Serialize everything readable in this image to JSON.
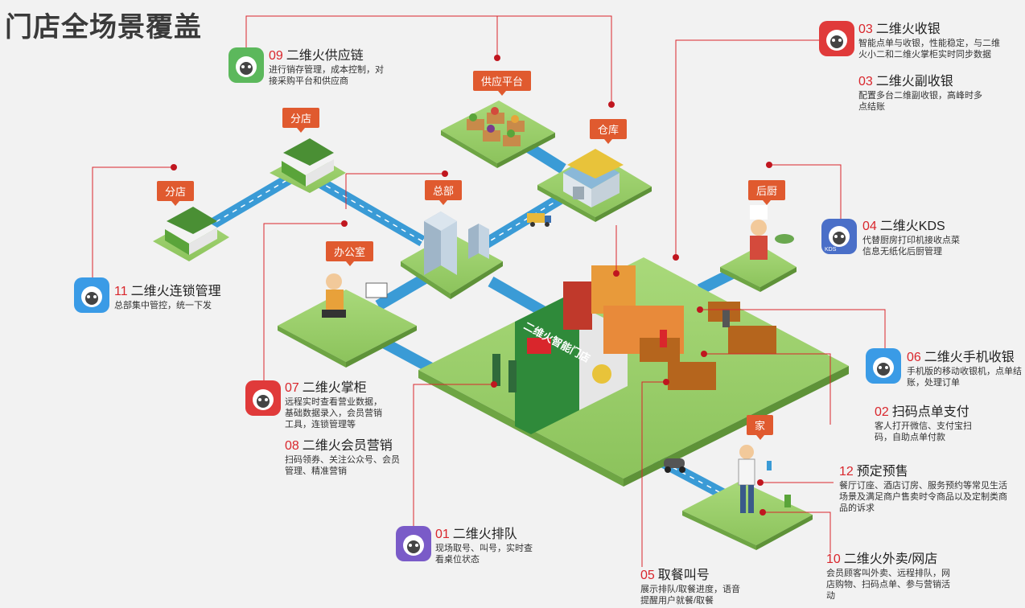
{
  "title": "门店全场景覆盖",
  "colors": {
    "accent": "#d9262c",
    "tag": "#e05a2f",
    "grass": "#9ccf6b",
    "road": "#3a9bd6"
  },
  "tags": {
    "supply": "供应平台",
    "warehouse": "仓库",
    "branch1": "分店",
    "branch2": "分店",
    "hq": "总部",
    "office": "办公室",
    "kitchen": "后厨",
    "home": "家"
  },
  "features": [
    {
      "id": "f09",
      "num": "09",
      "name": "二维火供应链",
      "desc": "进行销存管理，成本控制，对接采购平台和供应商",
      "icon": "green-app-icon"
    },
    {
      "id": "f03a",
      "num": "03",
      "name": "二维火收银",
      "desc": "智能点单与收银，性能稳定，与二维火小二和二维火掌柜实时同步数据",
      "icon": "red-app-icon"
    },
    {
      "id": "f03b",
      "num": "03",
      "name": "二维火副收银",
      "desc": "配置多台二维副收银，高峰时多点结账",
      "icon": ""
    },
    {
      "id": "f04",
      "num": "04",
      "name": "二维火KDS",
      "desc": "代替厨房打印机接收点菜信息无纸化后厨管理",
      "icon": "kds-app-icon"
    },
    {
      "id": "f11",
      "num": "11",
      "name": "二维火连锁管理",
      "desc": "总部集中管控，统一下发",
      "icon": "blue-app-icon"
    },
    {
      "id": "f06",
      "num": "06",
      "name": "二维火手机收银",
      "desc": "手机版的移动收银机，点单结账，处理订单",
      "icon": "blue-app-icon"
    },
    {
      "id": "f07",
      "num": "07",
      "name": "二维火掌柜",
      "desc": "远程实时查看营业数据，基础数据录入，会员营销工具，连锁管理等",
      "icon": "red-app-icon"
    },
    {
      "id": "f08",
      "num": "08",
      "name": "二维火会员营销",
      "desc": "扫码领券、关注公众号、会员管理、精准营销",
      "icon": ""
    },
    {
      "id": "f02",
      "num": "02",
      "name": "扫码点单支付",
      "desc": "客人打开微信、支付宝扫码，自助点单付款",
      "icon": ""
    },
    {
      "id": "f12",
      "num": "12",
      "name": "预定预售",
      "desc": "餐厅订座、酒店订房、服务预约等常见生活场景及满足商户售卖时令商品以及定制类商品的诉求",
      "icon": ""
    },
    {
      "id": "f01",
      "num": "01",
      "name": "二维火排队",
      "desc": "现场取号、叫号，实时查看桌位状态",
      "icon": "purple-app-icon"
    },
    {
      "id": "f05",
      "num": "05",
      "name": "取餐叫号",
      "desc": "展示排队/取餐进度，语音提醒用户就餐/取餐",
      "icon": ""
    },
    {
      "id": "f10",
      "num": "10",
      "name": "二维火外卖/网店",
      "desc": "会员顾客叫外卖、远程排队，网店购物、扫码点单、参与营销活动",
      "icon": ""
    }
  ],
  "store_sign": "二维火智能门店"
}
